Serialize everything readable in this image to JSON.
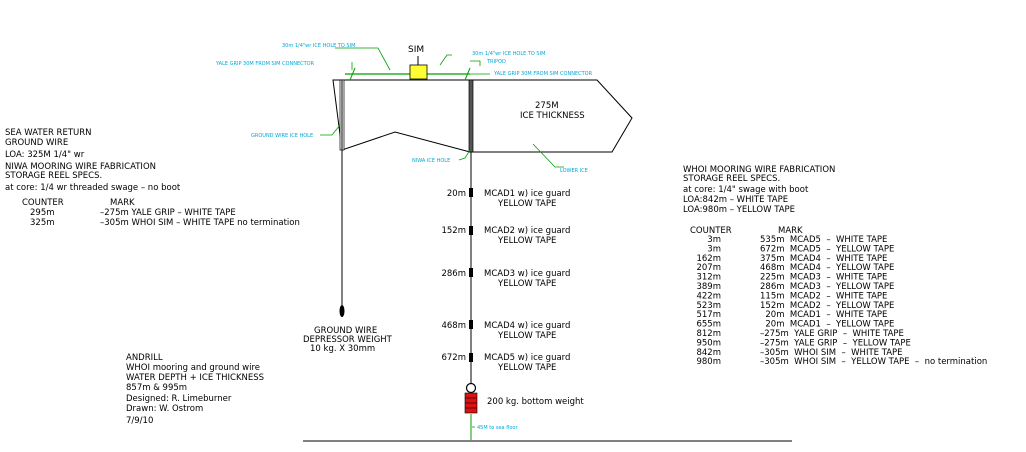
{
  "colors": {
    "ice_green": "#00a000",
    "cyan_label": "#00a8d6",
    "sim_yellow": "#ffff33",
    "weight_red": "#dd1111"
  },
  "callouts": {
    "hole_left": "30m 1/4\"wr ICE HOLE TO SIM",
    "yale_left": "YALE GRIP 30M FROM SIM CONNECTOR",
    "hole_right": "30m 1/4\"wr ICE HOLE TO SIM",
    "tripod": "TRIPOD",
    "yale_right": "YALE GRIP 30M FROM SIM CONNECTOR",
    "ground_hole": "GROUND WIRE ICE HOLE",
    "niwa_hole": "NIWA ICE HOLE",
    "lower_ice": "LOWER ICE",
    "sea_floor": "45M to sea floor"
  },
  "sim_label": "SIM",
  "ice": {
    "line1": "275M",
    "line2": "ICE THICKNESS"
  },
  "left_block": {
    "lines": [
      "SEA WATER RETURN",
      "  GROUND WIRE",
      "  LOA: 325M 1/4\" wr",
      "NIWA MOORING WIRE FABRICATION",
      "STORAGE REEL SPECS.",
      "at core: 1/4 wr threaded swage – no boot"
    ],
    "head_counter": "COUNTER",
    "head_mark": "MARK",
    "rows": [
      {
        "counter": "295m",
        "mark": "–275m YALE GRIP – WHITE TAPE"
      },
      {
        "counter": "325m",
        "mark": "–305m WHOI SIM – WHITE TAPE no termination"
      }
    ]
  },
  "ground_weight": {
    "line1": "GROUND WIRE",
    "line2": "DEPRESSOR WEIGHT",
    "line3": "10 kg. X 30mm"
  },
  "title_block": {
    "lines": [
      "ANDRILL",
      "WHOI mooring and ground wire",
      "WATER DEPTH + ICE THICKNESS",
      "      857m & 995m",
      "Designed: R. Limeburner",
      "Drawn: W. Ostrom",
      "7/9/10"
    ]
  },
  "instruments": [
    {
      "depth": "20m",
      "line1": "MCAD1  w)  ice guard",
      "line2": "YELLOW TAPE"
    },
    {
      "depth": "152m",
      "line1": "MCAD2  w)  ice guard",
      "line2": "YELLOW TAPE"
    },
    {
      "depth": "286m",
      "line1": "MCAD3  w)  ice guard",
      "line2": "YELLOW TAPE"
    },
    {
      "depth": "468m",
      "line1": "MCAD4  w)  ice guard",
      "line2": "YELLOW TAPE"
    },
    {
      "depth": "672m",
      "line1": "MCAD5  w)  ice guard",
      "line2": "YELLOW TAPE"
    }
  ],
  "bottom_weight": "200 kg. bottom weight",
  "right_block": {
    "lines": [
      "WHOI MOORING WIRE FABRICATION",
      "STORAGE REEL SPECS.",
      "at core: 1/4\" swage with boot",
      "LOA:842m – WHITE TAPE",
      "LOA:980m – YELLOW TAPE"
    ],
    "head_counter": "COUNTER",
    "head_mark": "MARK",
    "rows": [
      {
        "counter": "3m",
        "mark": "535m  MCAD5  –  WHITE TAPE"
      },
      {
        "counter": "3m",
        "mark": "672m  MCAD5  –  YELLOW TAPE"
      },
      {
        "counter": "162m",
        "mark": "375m  MCAD4  –  WHITE TAPE"
      },
      {
        "counter": "207m",
        "mark": "468m  MCAD4  –  YELLOW TAPE"
      },
      {
        "counter": "312m",
        "mark": "225m  MCAD3  –  WHITE TAPE"
      },
      {
        "counter": "389m",
        "mark": "286m  MCAD3  –  YELLOW TAPE"
      },
      {
        "counter": "422m",
        "mark": "115m  MCAD2  –  WHITE TAPE"
      },
      {
        "counter": "523m",
        "mark": "152m  MCAD2  –  YELLOW TAPE"
      },
      {
        "counter": "517m",
        "mark": "  20m  MCAD1  –  WHITE TAPE"
      },
      {
        "counter": "655m",
        "mark": "  20m  MCAD1  –  YELLOW TAPE"
      },
      {
        "counter": "812m",
        "mark": "–275m  YALE GRIP  –  WHITE TAPE"
      },
      {
        "counter": "950m",
        "mark": "–275m  YALE GRIP  –  YELLOW TAPE"
      },
      {
        "counter": "842m",
        "mark": "–305m  WHOI SIM  –  WHITE TAPE"
      },
      {
        "counter": "980m",
        "mark": "–305m  WHOI SIM  –  YELLOW TAPE  –  no termination"
      }
    ]
  }
}
